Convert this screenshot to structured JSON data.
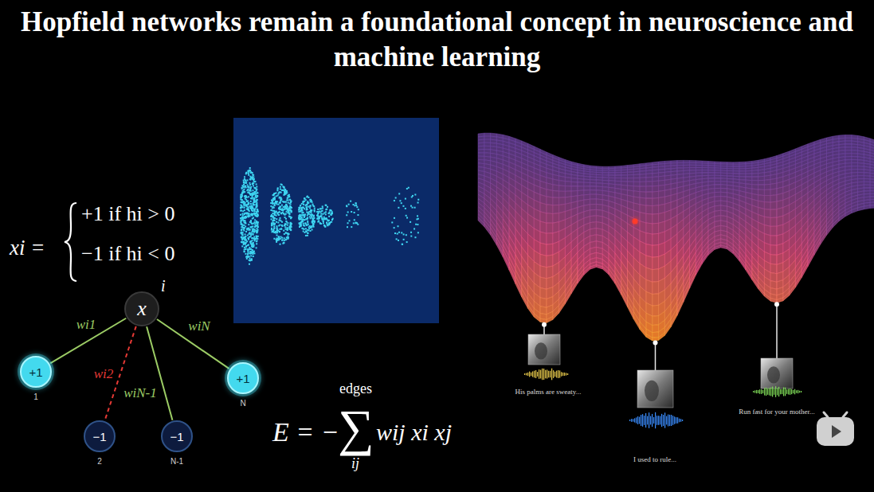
{
  "diagram": {
    "title": "Hopfield networks remain a foundational concept in neuroscience and machine learning",
    "nodes": [
      {
        "text": [
          "x",
          "i"
        ]
      },
      {
        "text": [
          "+1",
          "1"
        ]
      },
      {
        "text": [
          "−1",
          "2"
        ]
      },
      {
        "text": [
          "−1",
          "N-1"
        ]
      },
      {
        "text": [
          "+1",
          "N"
        ]
      }
    ],
    "edges": [
      {
        "from": 0,
        "to": 1,
        "arrow": "none",
        "label": "wi1"
      },
      {
        "from": 0,
        "to": 2,
        "arrow": "none",
        "label": "wi2"
      },
      {
        "from": 0,
        "to": 3,
        "arrow": "none",
        "label": "wiN-1"
      },
      {
        "from": 0,
        "to": 4,
        "arrow": "none",
        "label": "wiN"
      }
    ],
    "labels": [
      "xi =",
      "+1 if hi > 0",
      "−1 if hi < 0",
      "E = −",
      "∑",
      "edges",
      "ij",
      "wij xi xj",
      "His palms are sweaty...",
      "I used to rule...",
      "Run fast for your mother..."
    ]
  }
}
